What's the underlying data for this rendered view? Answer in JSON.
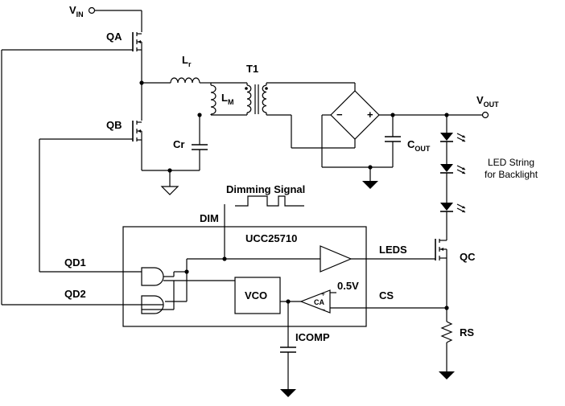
{
  "labels": {
    "vin_main": "V",
    "vin_sub": "IN",
    "qa": "QA",
    "qb": "QB",
    "lr_main": "L",
    "lr_sub": "r",
    "lm_main": "L",
    "lm_sub": "M",
    "t1": "T1",
    "cr": "Cr",
    "vout_main": "V",
    "vout_sub": "OUT",
    "cout_main": "C",
    "cout_sub": "OUT",
    "led_line1": "LED String",
    "led_line2": "for Backlight",
    "dimming_signal": "Dimming Signal",
    "dim": "DIM",
    "chip": "UCC25710",
    "leds": "LEDS",
    "qc": "QC",
    "qd1": "QD1",
    "qd2": "QD2",
    "vco": "VCO",
    "ref": "0.5V",
    "ca": "CA",
    "cs": "CS",
    "rs": "RS",
    "icomp": "ICOMP",
    "plus": "+",
    "minus": "−",
    "bridge_minus": "−",
    "bridge_plus": "+"
  }
}
